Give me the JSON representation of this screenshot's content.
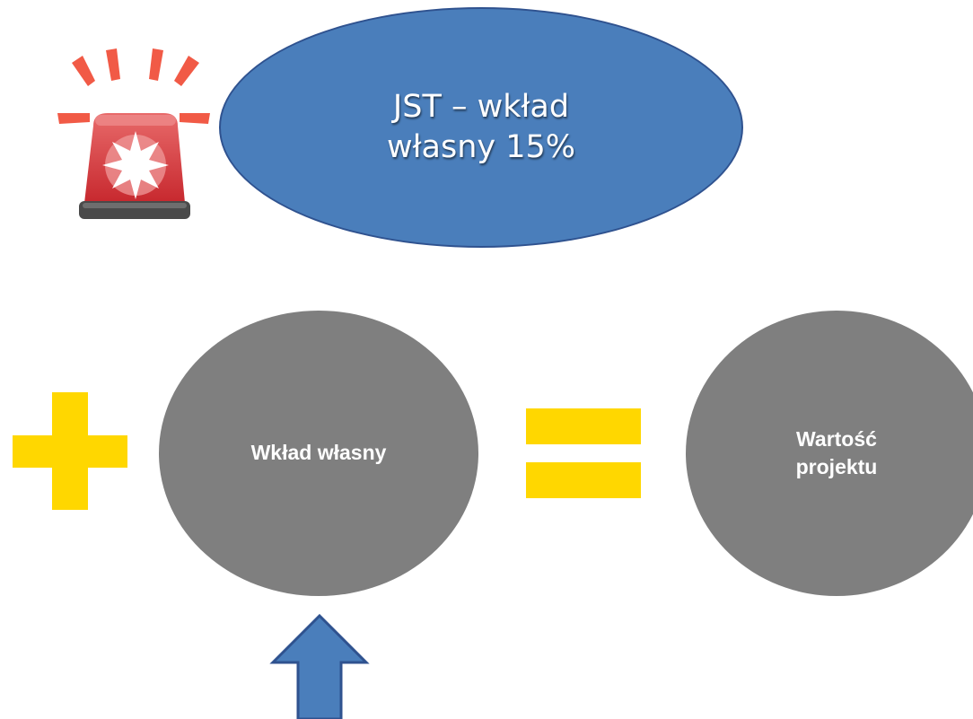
{
  "title_ellipse": {
    "line1": "JST – wkład",
    "line2": "własny 15%"
  },
  "circles": {
    "left_label": "Wkład własny",
    "right_label_line1": "Wartość",
    "right_label_line2": "projektu"
  },
  "colors": {
    "ellipse_fill": "#4a7ebb",
    "ellipse_border": "#2f528f",
    "circle_fill": "#7f7f7f",
    "operator_yellow": "#ffd700",
    "arrow_fill": "#4a7ebb",
    "siren_red": "#e04a4a"
  },
  "icons": {
    "siren": "siren-alert-icon",
    "plus": "plus-icon",
    "equals": "equals-icon",
    "arrow": "up-arrow-icon"
  }
}
